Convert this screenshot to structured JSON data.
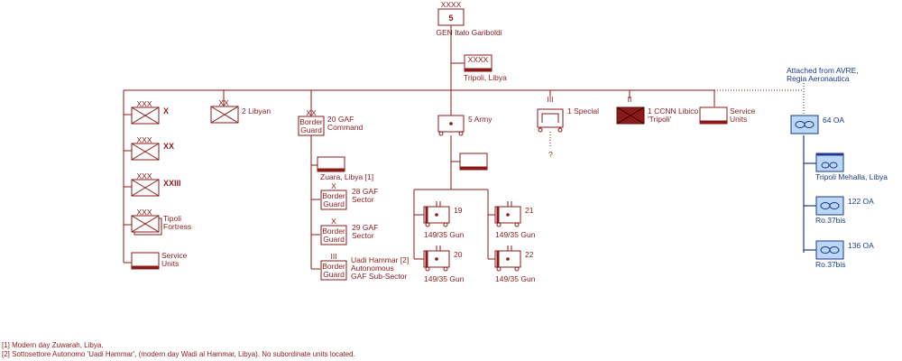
{
  "top": {
    "echelon": "XXXX",
    "number": "5",
    "commander": "GEN  Italo Gariboldi"
  },
  "hq": {
    "echelon": "XXXX",
    "label": "Tripoli, Libya"
  },
  "avre_note": [
    "Attached from AVRE,",
    "Regia Aeronautica"
  ],
  "corps": [
    {
      "echelon": "XXX",
      "label": "X"
    },
    {
      "echelon": "XXX",
      "label": "XX"
    },
    {
      "echelon": "XXX",
      "label": "XXIII"
    },
    {
      "echelon": "XXX",
      "label": [
        "Tipoli",
        "Fortress"
      ]
    },
    {
      "label": [
        "Service",
        "Units"
      ]
    }
  ],
  "libyan": {
    "echelon": "XX",
    "label": "2 Libyan"
  },
  "gaf": {
    "echelon": "XX",
    "symbol_text": [
      "Border",
      "Guard"
    ],
    "label": [
      "20 GAF",
      "Command"
    ],
    "hq_label": "Zuara, Libya [1]",
    "sectors": [
      {
        "echelon": "X",
        "label": [
          "28 GAF",
          "Sector"
        ]
      },
      {
        "echelon": "X",
        "label": [
          "29 GAF",
          "Sector"
        ]
      },
      {
        "echelon": "III",
        "label": [
          "Uadi Hammar [2]",
          "Autonomous",
          "GAF Sub-Sector"
        ]
      }
    ]
  },
  "army5": {
    "label": "5 Army",
    "guns": [
      {
        "num": "19",
        "label": "149/35 Gun"
      },
      {
        "num": "21",
        "label": "149/35 Gun"
      },
      {
        "num": "20",
        "label": "149/35 Gun"
      },
      {
        "num": "22",
        "label": "149/35 Gun"
      }
    ]
  },
  "special": {
    "echelon": "III",
    "label": "1 Special",
    "question": "?"
  },
  "ccnn": {
    "echelon": "II",
    "label": [
      "1 CCNN Libico",
      "'Tripoli'"
    ]
  },
  "service": {
    "label": [
      "Service",
      "Units"
    ]
  },
  "air": [
    {
      "label": "64 OA"
    },
    {
      "label": "Tripoli Mehalla, Libya"
    },
    {
      "label": "122 OA",
      "sub": "Ro.37bis"
    },
    {
      "label": "136 OA",
      "sub": "Ro.37bis"
    }
  ],
  "footnotes": [
    "[1] Modern day Zuwarah, Libya.",
    "[2] Sottosettore Autonomo 'Uadi Hammar', (modern day Wadi al Hammar, Libya). No subordinate units located."
  ],
  "colors": {
    "main": "#8b1a1a",
    "air": "#1a3a8b",
    "air_fill": "#bcd6f5"
  }
}
